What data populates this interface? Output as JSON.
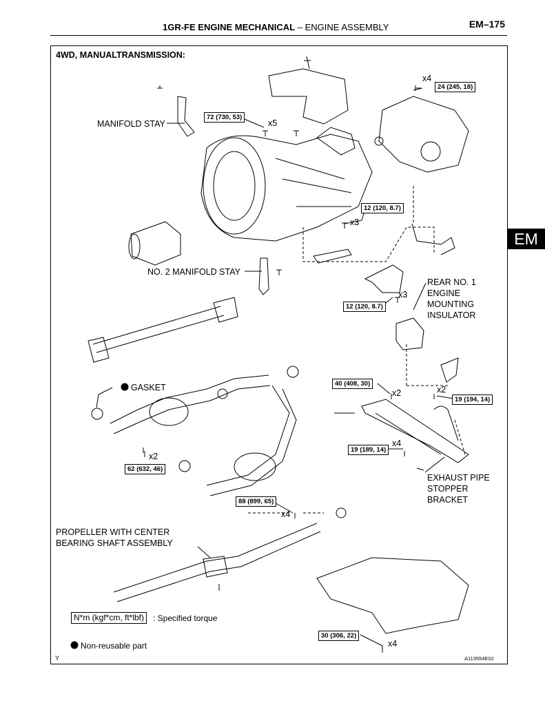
{
  "header": {
    "section_bold": "1GR-FE ENGINE MECHANICAL",
    "separator": "–",
    "section_sub": "ENGINE ASSEMBLY",
    "page": "EM–175"
  },
  "side_tab": "EM",
  "section_title": "4WD, MANUALTRANSMISSION:",
  "labels": {
    "manifold_stay": "MANIFOLD STAY",
    "no2_manifold_stay": "NO. 2 MANIFOLD STAY",
    "rear_mount_1": "REAR NO. 1",
    "rear_mount_2": "ENGINE",
    "rear_mount_3": "MOUNTING",
    "rear_mount_4": "INSULATOR",
    "gasket": "GASKET",
    "exhaust_1": "EXHAUST PIPE",
    "exhaust_2": "STOPPER",
    "exhaust_3": "BRACKET",
    "propeller_1": "PROPELLER WITH CENTER",
    "propeller_2": "BEARING SHAFT ASSEMBLY"
  },
  "torques": {
    "t72": "72 (730, 53)",
    "t24": "24 (245, 18)",
    "t12a": "12 (120, 8.7)",
    "t12b": "12 (120, 8.7)",
    "t40": "40 (408, 30)",
    "t19a": "19 (194, 14)",
    "t19b": "19 (189, 14)",
    "t62": "62 (632, 46)",
    "t88": "88 (899, 65)",
    "t30": "30 (306, 22)"
  },
  "multipliers": {
    "m_x5": "x5",
    "m_x4_top": "x4",
    "m_x3_a": "x3",
    "m_x3_b": "x3",
    "m_x2_40": "x2",
    "m_x2_19": "x2",
    "m_x4_19": "x4",
    "m_x2_62": "x2",
    "m_x4_88": "x4",
    "m_x4_30": "x4"
  },
  "legend": {
    "torque_unit": "N*m (kgf*cm, ft*lbf)",
    "torque_desc": ": Specified torque",
    "nonreusable": "Non-reusable part"
  },
  "footer": {
    "corner_letter": "Y",
    "figure_code": "A113554E02"
  }
}
